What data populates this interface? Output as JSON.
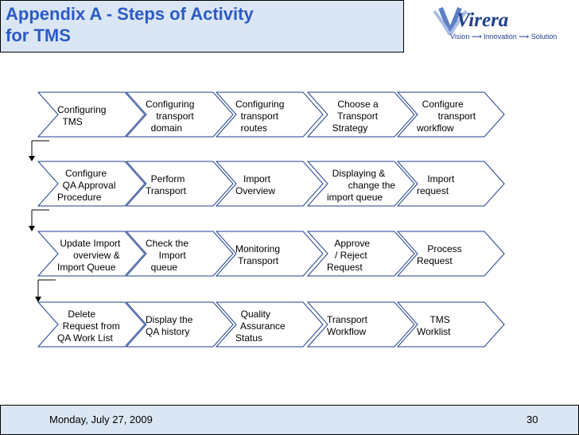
{
  "slide": {
    "title": "Appendix A - Steps of Activity\nfor TMS",
    "logo_text": "Virera",
    "logo_tagline": "Vision ⟶ Innovation ⟶ Solution",
    "date": "Monday, July 27, 2009",
    "page_number": "30"
  },
  "rows": [
    {
      "steps": [
        {
          "text": "Configuring\n  TMS"
        },
        {
          "text": "Configuring\n    transport\n  domain"
        },
        {
          "text": "Configuring\n  transport\n  routes"
        },
        {
          "text": "    Choose a\n    Transport\n  Strategy"
        },
        {
          "text": "  Configure\n        transport\nworkflow"
        }
      ]
    },
    {
      "steps": [
        {
          "text": "   Configure\n  QA Approval\nProcedure"
        },
        {
          "text": "  Perform\nTransport"
        },
        {
          "text": "   Import\nOverview"
        },
        {
          "text": "  Displaying &\n        change the\nimport queue"
        },
        {
          "text": "    Import\nrequest"
        }
      ]
    },
    {
      "steps": [
        {
          "text": " Update Import\n      overview &\nImport Queue"
        },
        {
          "text": "Check the\n     Import\n  queue"
        },
        {
          "text": "Monitoring\n Transport"
        },
        {
          "text": "   Approve\n   / Reject\nRequest"
        },
        {
          "text": "    Process\nRequest"
        }
      ]
    },
    {
      "steps": [
        {
          "text": "    Delete\n  Request from\nQA Work List"
        },
        {
          "text": "Display the\nQA history"
        },
        {
          "text": "  Quality\n  Assurance\nStatus"
        },
        {
          "text": "Transport\nWorkflow"
        },
        {
          "text": "     TMS\nWorklist"
        }
      ]
    }
  ]
}
